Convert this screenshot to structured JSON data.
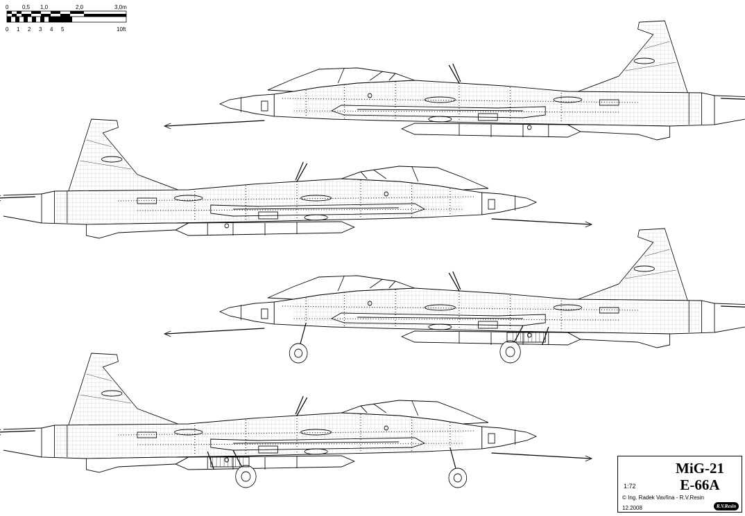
{
  "scale_bar": {
    "metric_labels": [
      "0",
      "0,5",
      "1,0",
      "2,0",
      "3,0m"
    ],
    "imperial_labels": [
      "0",
      "1",
      "2",
      "3",
      "4",
      "5",
      "10ft"
    ]
  },
  "title_block": {
    "model": "MiG-21",
    "variant": "E-66A",
    "scale": "1:72",
    "copyright": "© Ing. Radek Vavřina - R.V.Resin",
    "date": "12.2008",
    "logo_text": "R.V.Resin"
  },
  "views": [
    {
      "id": "right-side-gear-up"
    },
    {
      "id": "left-side-gear-up"
    },
    {
      "id": "right-side-gear-down"
    },
    {
      "id": "left-side-gear-down"
    }
  ]
}
